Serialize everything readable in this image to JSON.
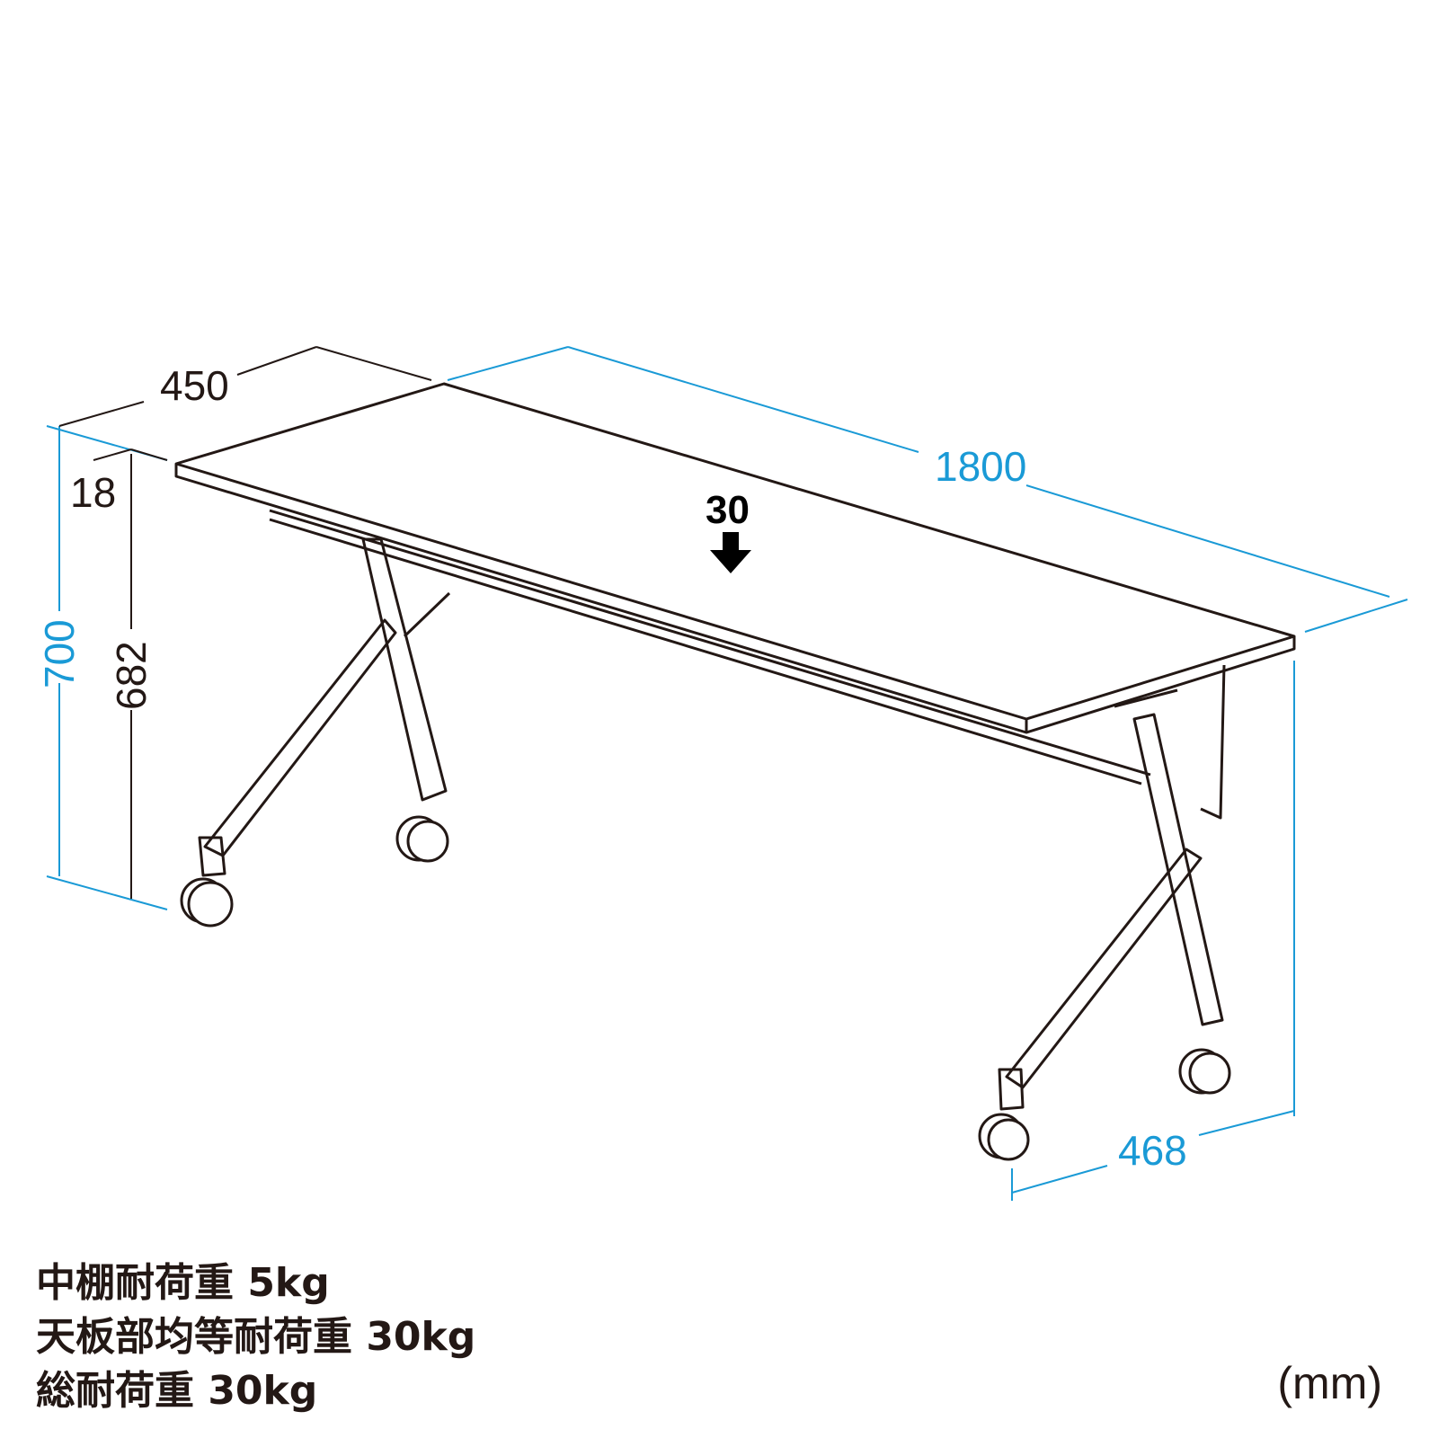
{
  "colors": {
    "dimension_blue": "#1a9ad6",
    "outline": "#231815"
  },
  "dimensions": {
    "depth_top": "450",
    "width": "1800",
    "top_thickness": "18",
    "total_height": "700",
    "leg_height": "682",
    "leg_depth": "468",
    "load_on_top": "30"
  },
  "specs": [
    "中棚耐荷重 5kg",
    "天板部均等耐荷重 30kg",
    "総耐荷重 30kg"
  ],
  "unit": "(mm)",
  "icons": {
    "load_arrow": "down-arrow-icon"
  }
}
